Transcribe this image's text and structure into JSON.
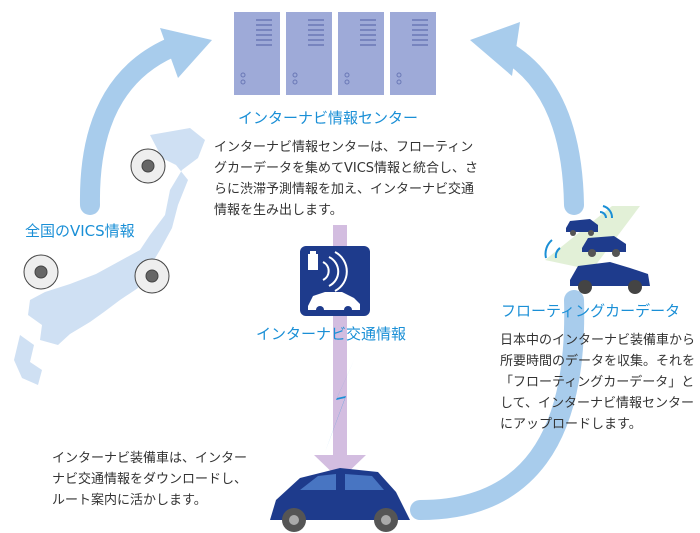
{
  "center": {
    "title": "インターナビ情報センター",
    "description": "インターナビ情報センターは、フローティングカーデータを集めてVICS情報と統合し、さらに渋滞予測情報を加え、インターナビ交通情報を生み出します。"
  },
  "vics": {
    "title": "全国のVICS情報"
  },
  "traffic": {
    "title": "インターナビ交通情報"
  },
  "floating_car": {
    "title": "フローティングカーデータ",
    "description": "日本中のインターナビ装備車から所要時間のデータを収集。それを「フローティングカーデータ」として、インターナビ情報センターにアップロードします。"
  },
  "car": {
    "description": "インターナビ装備車は、インターナビ交通情報をダウンロードし、ルート案内に活かします。"
  },
  "colors": {
    "arrow_blue": "#a8ccec",
    "arrow_purple": "#d3bde0",
    "accent_blue": "#1a8fd6",
    "navy": "#1e3b8c",
    "server": "#9eaad8"
  }
}
